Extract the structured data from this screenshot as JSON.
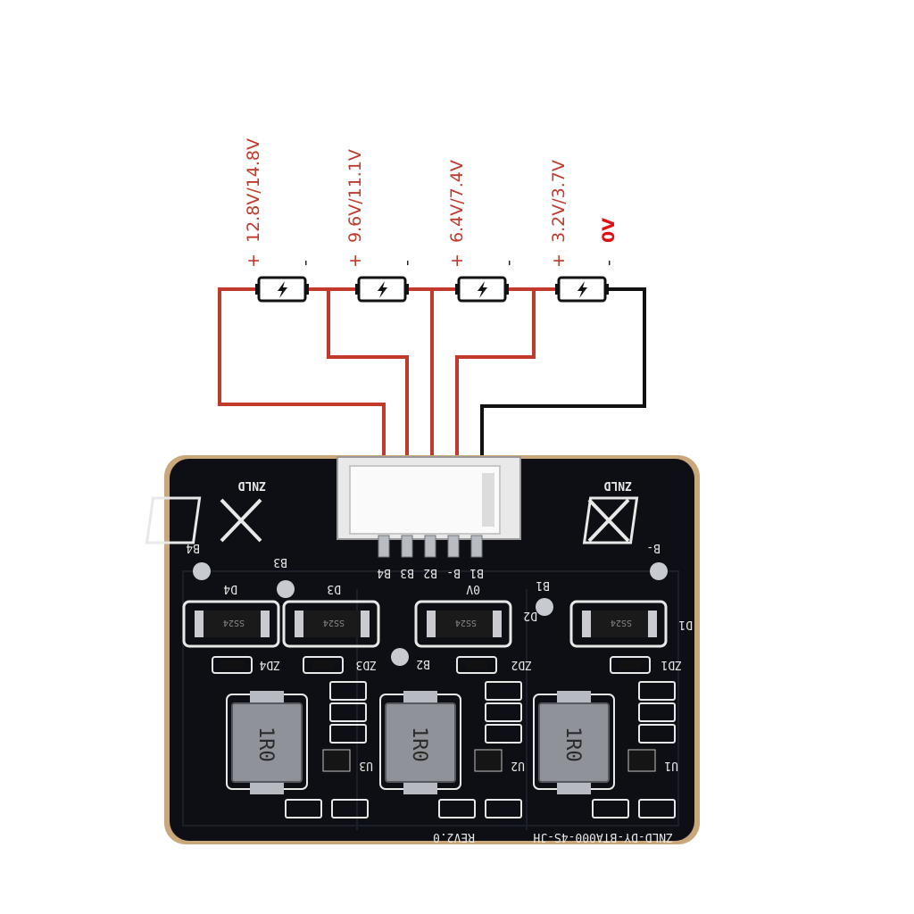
{
  "diagram": {
    "cells": [
      {
        "voltage": "12.8V/14.8V",
        "plus": "+",
        "minus": "-"
      },
      {
        "voltage": "9.6V/11.1V",
        "plus": "+",
        "minus": "-"
      },
      {
        "voltage": "6.4V/7.4V",
        "plus": "+",
        "minus": "-"
      },
      {
        "voltage": "3.2V/3.7V",
        "plus": "+",
        "minus": "-"
      }
    ],
    "zero_label": "0V",
    "colors": {
      "wire_positive": "#c0392b",
      "wire_ground": "#111111",
      "label": "#c0392b",
      "pcb": "#0d0f14",
      "pcb_edge": "#c9a77a"
    }
  },
  "board": {
    "connector_pins": [
      "B4",
      "B3",
      "B2",
      "B-",
      "B1"
    ],
    "logo_text": "ZNLD",
    "silkscreen": {
      "b4": "B4",
      "b3": "B3",
      "b2": "B2",
      "b1": "B1",
      "bminus": "B-",
      "d4": "D4",
      "d3": "D3",
      "d2": "D2",
      "d1": "D1",
      "zd4": "ZD4",
      "zd3": "ZD3",
      "zd2": "ZD2",
      "zd1": "ZD1",
      "u3": "U3",
      "u2": "U2",
      "u1": "U1",
      "zero": "0V",
      "model": "ZNLD-DY-BTA000-4S-JH",
      "rev": "REV2.0"
    },
    "diode_marking": "SS24",
    "inductor_marking": "1R0"
  }
}
